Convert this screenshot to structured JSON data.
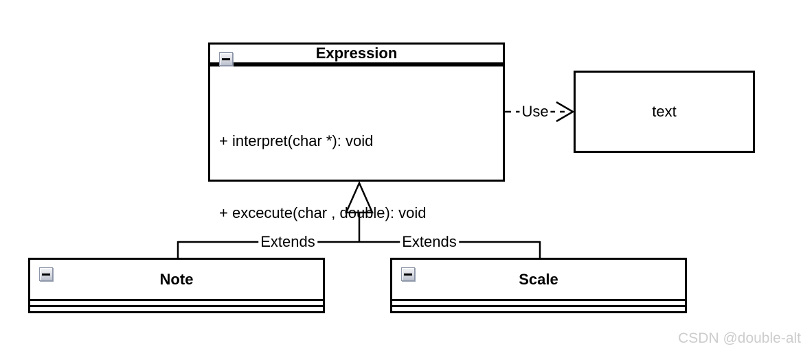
{
  "canvas": {
    "background": "#ffffff",
    "line_color": "#000000"
  },
  "classes": {
    "expression": {
      "title": "Expression",
      "methods": [
        "+ interpret(char *): void",
        "+ excecute(char , double): void"
      ]
    },
    "note": {
      "title": "Note",
      "methods": []
    },
    "scale": {
      "title": "Scale",
      "methods": []
    }
  },
  "text_node": {
    "label": "text"
  },
  "edges": {
    "use": {
      "label": "Use"
    },
    "extends_left": {
      "label": "Extends"
    },
    "extends_right": {
      "label": "Extends"
    }
  },
  "icons": {
    "collapse": "minus-icon"
  },
  "watermark": {
    "text": "CSDN @double-alt",
    "color": "#cdcdcd"
  }
}
